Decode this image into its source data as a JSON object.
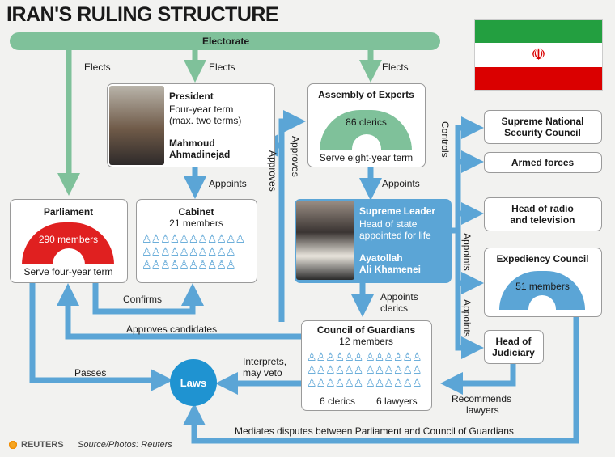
{
  "title": "IRAN'S RULING STRUCTURE",
  "electorate": "Electorate",
  "elects": [
    "Elects",
    "Elects",
    "Elects"
  ],
  "president": {
    "heading": "President",
    "term": [
      "Four-year term",
      "(max. two terms)"
    ],
    "name": [
      "Mahmoud",
      "Ahmadinejad"
    ]
  },
  "assembly": {
    "heading": "Assembly of Experts",
    "members": "86 clerics",
    "term": "Serve eight-year term"
  },
  "parliament": {
    "heading": "Parliament",
    "members": "290 members",
    "term": "Serve four-year term"
  },
  "cabinet": {
    "heading": "Cabinet",
    "members": "21 members"
  },
  "leader": {
    "heading": "Supreme Leader",
    "desc": [
      "Head of state",
      "appointed for life"
    ],
    "name": [
      "Ayatollah",
      "Ali Khamenei"
    ]
  },
  "guardians": {
    "heading": "Council of Guardians",
    "members": "12 members",
    "clerics": "6 clerics",
    "lawyers": "6 lawyers"
  },
  "right_boxes": {
    "security": [
      "Supreme National",
      "Security Council"
    ],
    "armed": "Armed forces",
    "radio": [
      "Head of radio",
      "and television"
    ],
    "expediency": "Expediency Council",
    "expediency_members": "51 members",
    "judiciary": [
      "Head of",
      "Judiciary"
    ]
  },
  "labels": {
    "appoints_cabinet": "Appoints",
    "appoints_leader": "Appoints",
    "approves_1": "Approves",
    "approves_2": "Approves",
    "controls": "Controls",
    "appoints_v1": "Appoints",
    "appoints_v2": "Appoints",
    "confirms": "Confirms",
    "approves_candidates": "Approves candidates",
    "appoints_clerics": [
      "Appoints",
      "clerics"
    ],
    "passes": "Passes",
    "interprets": [
      "Interprets,",
      "may veto"
    ],
    "recommends": [
      "Recommends",
      "lawyers"
    ],
    "mediates": "Mediates disputes between Parliament and Council of Guardians"
  },
  "laws": "Laws",
  "footer": {
    "brand": "REUTERS",
    "source": "Source/Photos: Reuters"
  },
  "colors": {
    "green": "#7fc19a",
    "blue": "#5ba5d6",
    "red": "#e02020",
    "laws": "#1f93d1",
    "flag_green": "#239f40",
    "flag_red": "#da0000"
  },
  "icons": {
    "flag": "iran-flag-icon",
    "reuters": "reuters-logo-icon",
    "person": "person-icon"
  }
}
